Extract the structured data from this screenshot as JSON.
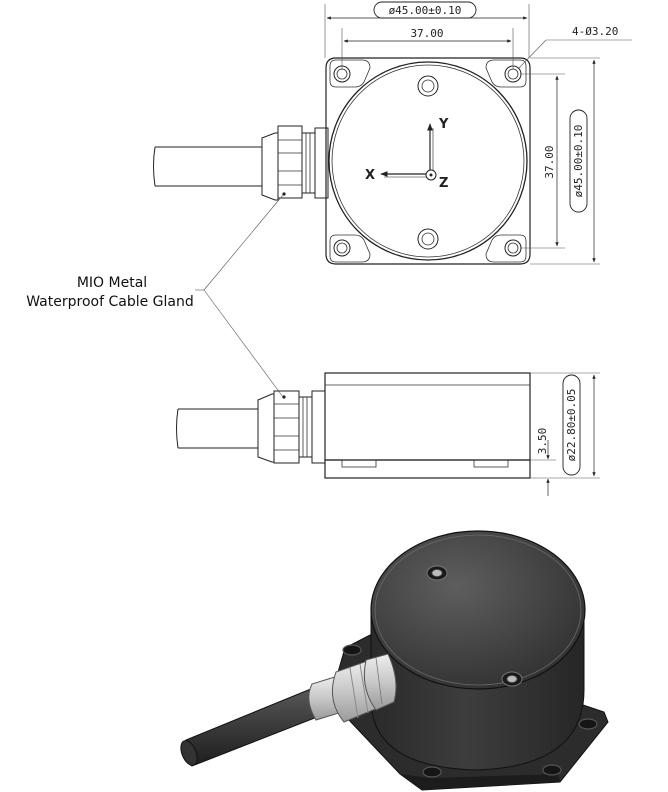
{
  "dimensions": {
    "top_width": "ø45.00±0.10",
    "hole_spacing_h": "37.00",
    "hole_callout": "4-Ø3.20",
    "hole_spacing_v": "37.00",
    "side_height": "ø45.00±0.10",
    "total_height": "ø22.80±0.05",
    "base_height": "3.50"
  },
  "axes": {
    "x": "X",
    "y": "Y",
    "z": "Z"
  },
  "callout": {
    "line1": "MIO Metal",
    "line2": "Waterproof Cable Gland"
  },
  "colors": {
    "line": "#222222",
    "housing_dark": "#3a3a3a",
    "housing_light": "#5a5a5a",
    "gland": "#cfcfcf"
  }
}
